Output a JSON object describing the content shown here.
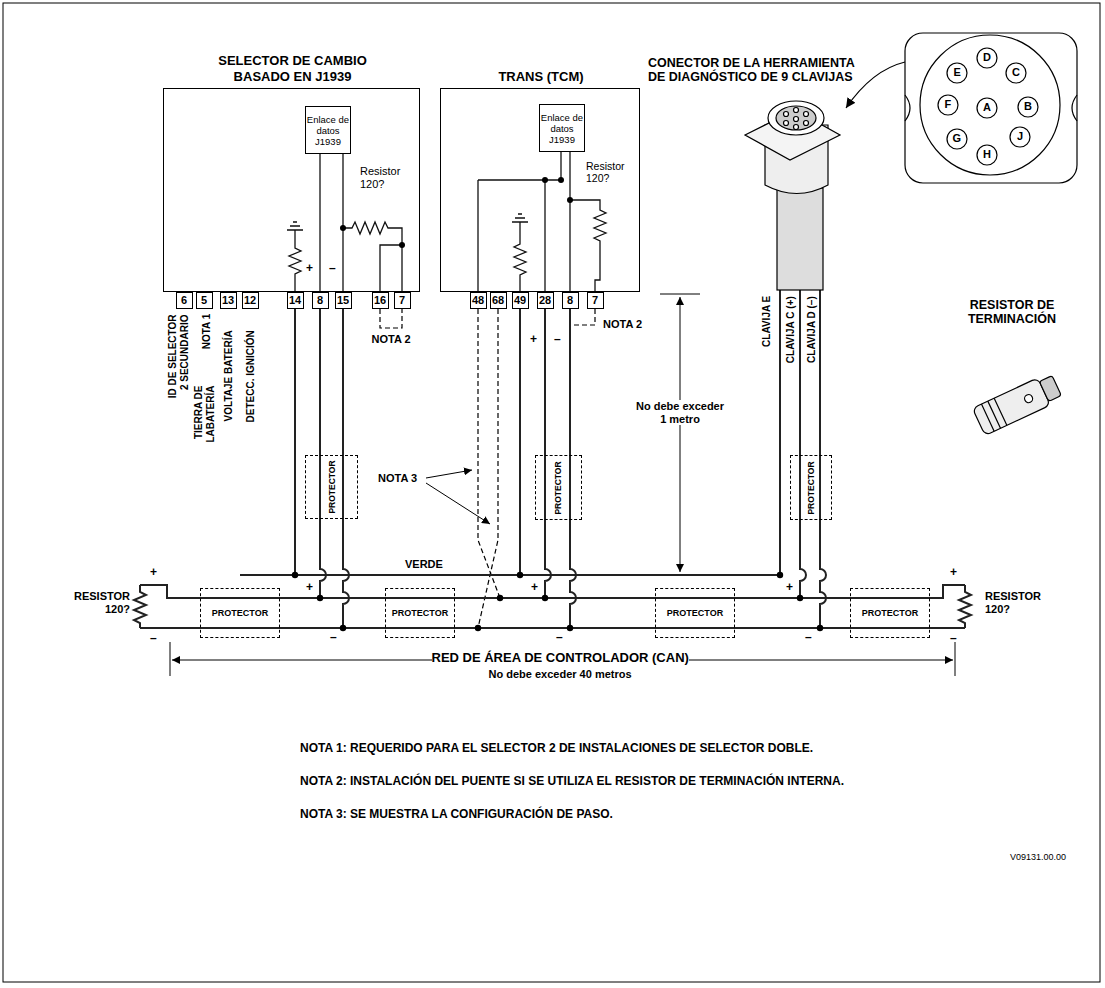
{
  "diagram": {
    "nodes": [
      {
        "text": [
          "SELECTOR DE CAMBIO BASADO EN J1939"
        ]
      },
      {
        "text": [
          "Enlace de datos J1939"
        ],
        "in": 0
      },
      {
        "text": [
          "TRANS (TCM)"
        ]
      },
      {
        "text": [
          "Enlace de datos J1939"
        ],
        "in": 2
      },
      {
        "text": [
          "PROTECTOR"
        ]
      },
      {
        "text": [
          "PROTECTOR"
        ]
      },
      {
        "text": [
          "PROTECTOR"
        ]
      },
      {
        "text": [
          "PROTECTOR"
        ]
      },
      {
        "text": [
          "PROTECTOR"
        ]
      },
      {
        "text": [
          "PROTECTOR"
        ]
      },
      {
        "text": [
          "PROTECTOR"
        ]
      }
    ],
    "labels": [
      "Resistor 120?",
      "6",
      "5",
      "13",
      "12",
      "14",
      "8",
      "15",
      "16",
      "7",
      "ID DE SELECTOR 2 SECUNDARIO",
      "TIERRA DE LABATERÍA",
      "NOTA 1",
      "VOLTAJE BATERÍA",
      "DETECC. IGNICIÓN",
      "+",
      "–",
      "NOTA 2",
      "Resistor 120?",
      "48",
      "68",
      "49",
      "28",
      "8",
      "7",
      "+",
      "–",
      "NOTA 2",
      "CONECTOR DE LA HERRAMIENTA DE DIAGNÓSTICO DE 9 CLAVIJAS",
      "D",
      "E",
      "C",
      "F",
      "A",
      "B",
      "G",
      "J",
      "H",
      "No debe exceder 1 metro",
      "CLAVIJA E",
      "CLAVIJA C (+)",
      "CLAVIJA D (–)",
      "RESISTOR DE TERMINACIÓN",
      "NOTA 3",
      "VERDE",
      "RESISTOR 120?",
      "+",
      "–",
      "+",
      "–",
      "+",
      "–",
      "+",
      "–",
      "RESISTOR 120?",
      "+",
      "–",
      "RED DE ÁREA DE CONTROLADOR (CAN)",
      "No debe exceder 40 metros",
      "NOTA 1: REQUERIDO PARA EL SELECTOR 2 DE INSTALACIONES DE SELECTOR DOBLE.",
      "NOTA 2: INSTALACIÓN DEL PUENTE SI SE UTILIZA EL RESISTOR DE TERMINACIÓN INTERNA.",
      "NOTA 3: SE MUESTRA LA CONFIGURACIÓN DE PASO.",
      "V09131.00.00"
    ]
  }
}
